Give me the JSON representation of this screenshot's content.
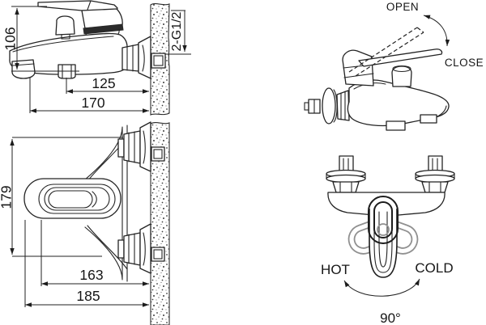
{
  "colors": {
    "line": "#1c1c1c",
    "lever_gray": "#909090",
    "background": "#ffffff"
  },
  "views": {
    "side_dimensioned": {
      "labels": {
        "height": "106",
        "outlet_depth": "125",
        "overall_depth": "170",
        "thread": "2-G1/2"
      }
    },
    "open_close": {
      "labels": {
        "open": "OPEN",
        "close": "CLOSE"
      }
    },
    "front_dimensioned": {
      "labels": {
        "overall_height": "179",
        "inner_width": "163",
        "overall_width": "185"
      }
    },
    "hot_cold": {
      "labels": {
        "hot": "HOT",
        "cold": "COLD",
        "angle": "90°"
      }
    }
  }
}
